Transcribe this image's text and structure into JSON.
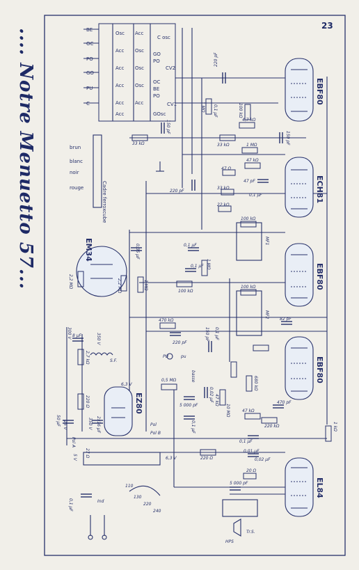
{
  "page_number": "23",
  "title": ".... Notre Menuetto 57...",
  "colors": {
    "ink": "#26306a",
    "paper": "#f1efe9",
    "tube": "#e9eef6"
  },
  "switch_block": {
    "band_letters": [
      "BE",
      "OC",
      "PO",
      "GO",
      "PU",
      "C"
    ],
    "labels": [
      "C osc",
      "Osc",
      "Acc",
      "Acc",
      "Osc",
      "Acc",
      "CV2",
      "CV1",
      "Osc",
      "Acc",
      "Osc",
      "Acc",
      "Acc",
      "Acc",
      "GOsc",
      "GO",
      "PO",
      "OC",
      "BE",
      "PO"
    ]
  },
  "cadre": {
    "label": "Cadre ferroxcube",
    "wires": [
      "brun",
      "blanc",
      "noir",
      "rouge"
    ]
  },
  "tubes": {
    "ebf80_top": "EBF80",
    "ech81": "ECH81",
    "ebf80_mid": "EBF80",
    "ebf80_low": "EBF80",
    "el84": "EL84",
    "em34": "EM34",
    "ez80": "EZ80"
  },
  "components": {
    "c_220pf_top": "220 pF",
    "r_1m_a": "1 MΩ",
    "c_01_a": "0,1 µF",
    "r_100k_a": "100 kΩ",
    "r_47k_a": "4,7 kΩ",
    "c_150pf_a": "150 pF",
    "r_33k_a": "33 kΩ",
    "r_33k_b": "33 kΩ",
    "r_1m_b": "1 MΩ",
    "c_150pf_b": "150 pF",
    "r_47": "47 Ω",
    "r_47k_b": "47 kΩ",
    "c_47pf": "47 pF",
    "r_33k_c": "33 kΩ",
    "c_01_b": "0,1 µF",
    "c_220pf_b": "220 pF",
    "r_22k": "22 kΩ",
    "r_100k_b": "100 kΩ",
    "mf1": "MF1",
    "c_01_c": "0,1 µF",
    "c_01_d": "0,1 µF",
    "r_100k_c": "100 kΩ",
    "r_1m_c": "1 MΩ",
    "r_22m_a": "2,2 MΩ",
    "r_22m_b": "2,2 MΩ",
    "r_1m_d": "1 MΩ",
    "c_005": "0,05 µF",
    "r_470k": "470 kΩ",
    "c_220pf_c": "220 pF",
    "r_100k_d": "100 kΩ",
    "mf2": "MF2",
    "c_82pf": "82 pF",
    "c_150pf_c": "150 pF",
    "c_01_e": "0,1 µF",
    "c_8uf": "8 µF",
    "r_27k": "2,7 kΩ",
    "sf": "S.F.",
    "pu": "PU",
    "pu_label": "pu",
    "basse": "basse",
    "r_500k": "0,5 MΩ",
    "c_5000": "5 000 pF",
    "c_002": "0,02 µF",
    "r_47k_c": "47 kΩ",
    "c_01_f": "0,1 µF",
    "r_10m": "10 MΩ",
    "r_680k": "680 kΩ",
    "c_470pf": "470 pF",
    "r_47k_d": "47 kΩ",
    "r_220k": "220 kΩ",
    "c_01_g": "0,1 µF",
    "c_002_b": "0,02 µF",
    "r_1k": "1 kΩ",
    "c_50uf": "50 µF",
    "c_25v": "25 V",
    "c_215": "2x16 µF",
    "c_350v": "350 V",
    "r_220": "220 Ω",
    "pol": "Pol",
    "pol_a": "Pol A",
    "pol_b": "Pol B",
    "v63": "6,3 V",
    "v63b": "6,3 V",
    "v5": "5 V",
    "r_220_b": "220 Ω",
    "r_20": "20 Ω",
    "c_5000b": "5 000 pF",
    "hps": "HPS",
    "trs": "Tr.S.",
    "ind": "Ind",
    "voltages": [
      "110",
      "130",
      "220",
      "240"
    ],
    "c_01_h": "0,1 µF",
    "c_001": "0,01 µF",
    "r_27_a": "27 Ω",
    "c_300v": "300 V",
    "v350": "350 V"
  }
}
